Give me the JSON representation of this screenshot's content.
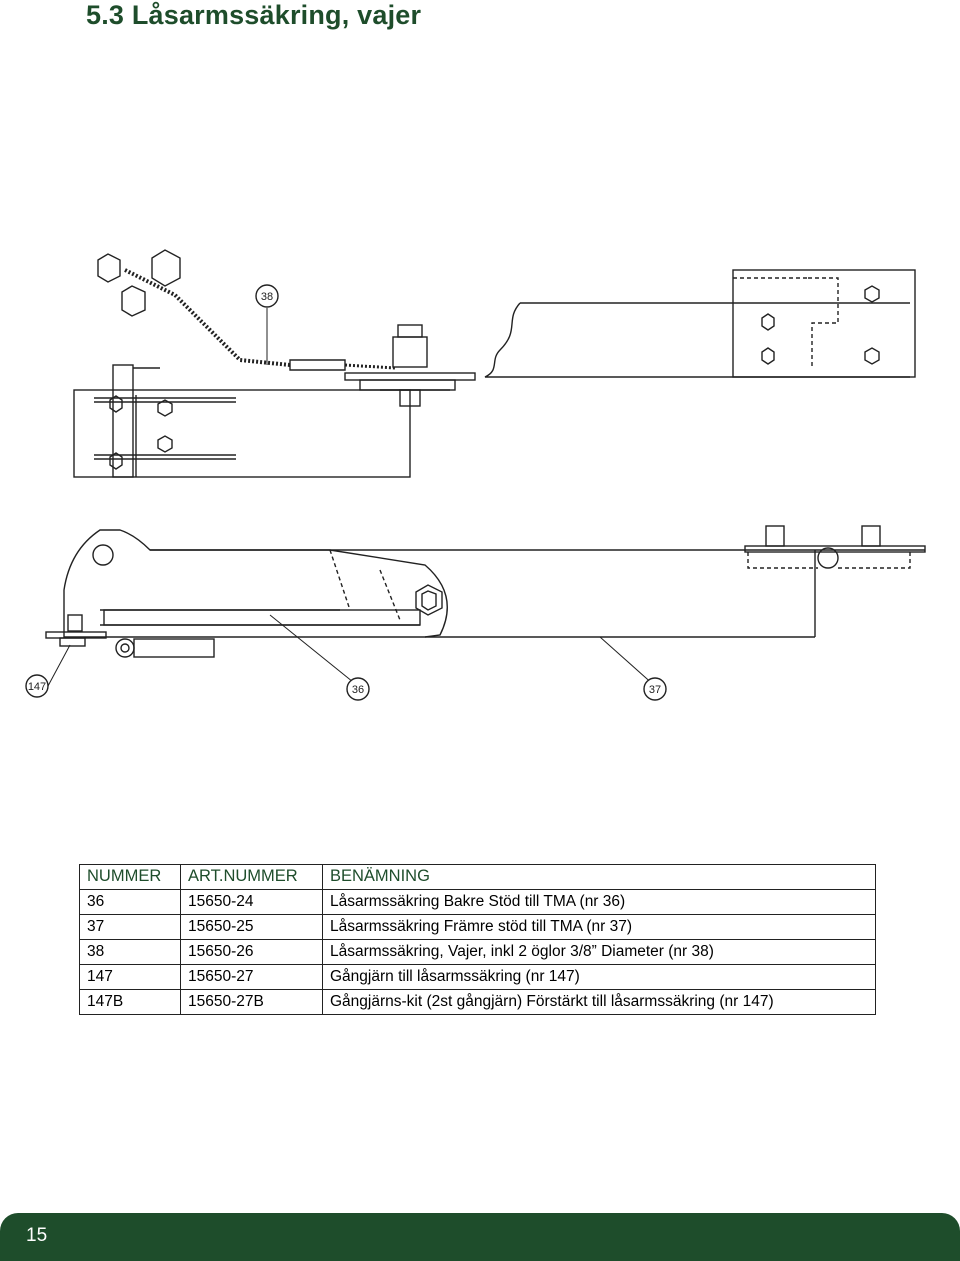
{
  "title": "5.3 Låsarmssäkring, vajer",
  "callouts": [
    "38",
    "147",
    "36",
    "37"
  ],
  "table": {
    "headers": [
      "NUMMER",
      "ART.NUMMER",
      "BENÄMNING"
    ],
    "rows": [
      [
        "36",
        "15650-24",
        "Låsarmssäkring Bakre Stöd till TMA (nr 36)"
      ],
      [
        "37",
        "15650-25",
        "Låsarmssäkring Främre stöd till TMA (nr 37)"
      ],
      [
        "38",
        "15650-26",
        "Låsarmssäkring, Vajer, inkl 2 öglor 3/8” Diameter (nr 38)"
      ],
      [
        "147",
        "15650-27",
        "Gångjärn till låsarmssäkring (nr 147)"
      ],
      [
        "147B",
        "15650-27B",
        "Gångjärns-kit (2st gångjärn) Förstärkt till låsarmssäkring (nr 147)"
      ]
    ]
  },
  "page_number": "15",
  "colors": {
    "accent": "#1e4d2b"
  }
}
